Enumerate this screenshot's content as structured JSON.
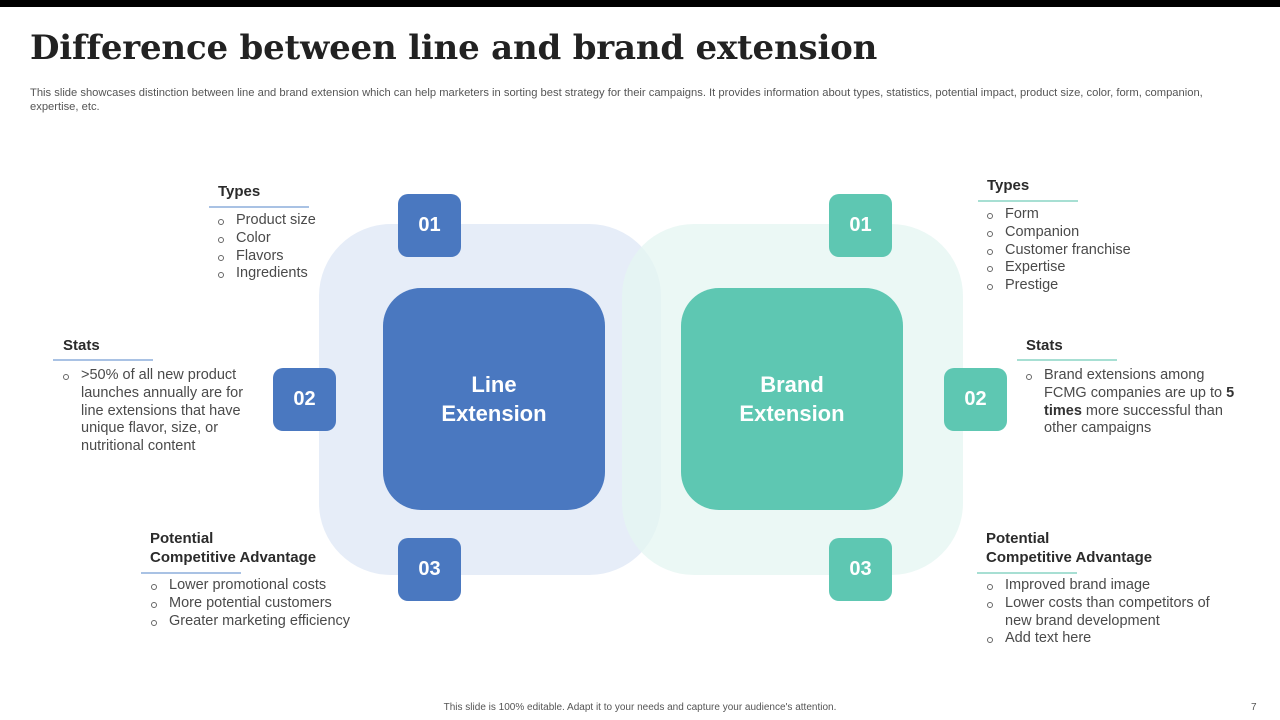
{
  "slide": {
    "title": "Difference between line and brand extension",
    "subtitle": "This slide showcases distinction between line and brand extension which can help marketers in sorting best strategy for their campaigns. It provides information about types, statistics, potential impact, product size, color, form, companion, expertise, etc.",
    "footer": "This slide is 100% editable. Adapt it to your needs and capture your audience's attention.",
    "page_number": "7"
  },
  "colors": {
    "line_accent": "#4a78c0",
    "brand_accent": "#5ec7b2"
  },
  "line_extension": {
    "center_line1": "Line",
    "center_line2": "Extension",
    "num1": "01",
    "num2": "02",
    "num3": "03",
    "types": {
      "heading": "Types",
      "items": [
        "Product size",
        "Color",
        "Flavors",
        "Ingredients"
      ]
    },
    "stats": {
      "heading": "Stats",
      "items": [
        "&gt;50% of all new product launches annually are for line extensions that have unique flavor, size, or nutritional content"
      ]
    },
    "advantage": {
      "heading_line1": "Potential",
      "heading_line2": "Competitive Advantage",
      "items": [
        "Lower promotional costs",
        "More potential customers",
        "Greater marketing efficiency"
      ]
    }
  },
  "brand_extension": {
    "center_line1": "Brand",
    "center_line2": "Extension",
    "num1": "01",
    "num2": "02",
    "num3": "03",
    "types": {
      "heading": "Types",
      "items": [
        "Form",
        "Companion",
        "Customer franchise",
        "Expertise",
        "Prestige"
      ]
    },
    "stats": {
      "heading": "Stats",
      "text_before": "Brand extensions among FCMG companies are up to ",
      "text_bold": "5 times",
      "text_after": " more successful than other campaigns"
    },
    "advantage": {
      "heading_line1": "Potential",
      "heading_line2": "Competitive Advantage",
      "items": [
        "Improved brand image",
        "Lower costs than competitors of new brand development",
        "Add text here"
      ]
    }
  }
}
